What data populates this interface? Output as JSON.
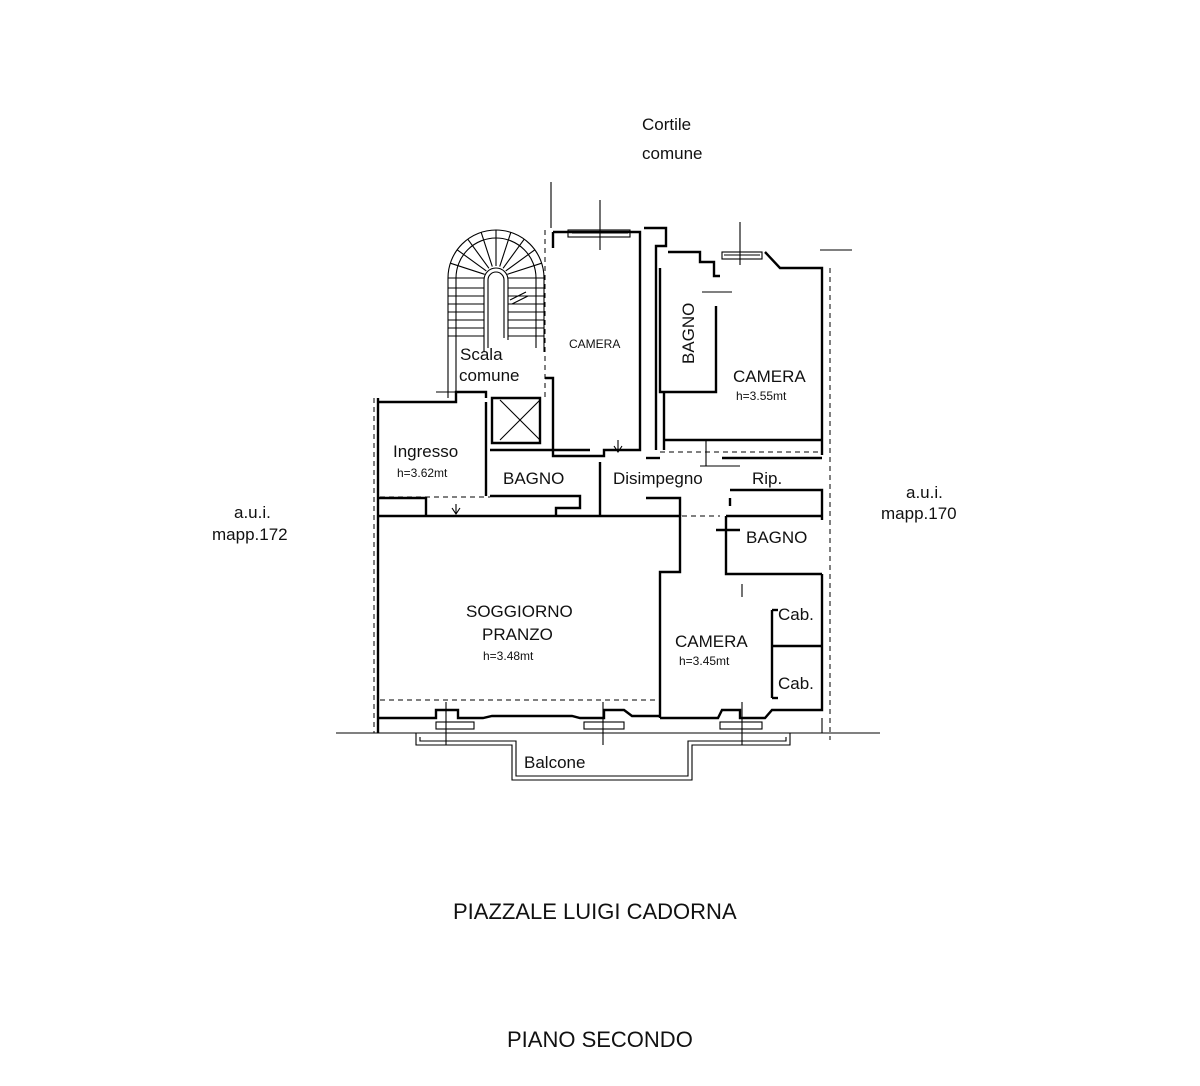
{
  "labels": {
    "courtyard_line1": "Cortile",
    "courtyard_line2": "comune",
    "stair_line1": "Scala",
    "stair_line2": "comune",
    "left_neighbor_line1": "a.u.i.",
    "left_neighbor_line2": "mapp.172",
    "right_neighbor_line1": "a.u.i.",
    "right_neighbor_line2": "mapp.170",
    "balcony": "Balcone",
    "street": "PIAZZALE LUIGI CADORNA",
    "floor": "PIANO SECONDO"
  },
  "rooms": {
    "camera_top": "CAMERA",
    "bagno_top": "BAGNO",
    "camera_right": "CAMERA",
    "camera_right_height": "h=3.55mt",
    "ingresso": "Ingresso",
    "ingresso_height": "h=3.62mt",
    "bagno_mid": "BAGNO",
    "disimpegno": "Disimpegno",
    "ripostiglio": "Rip.",
    "bagno_right": "BAGNO",
    "soggiorno_line1": "SOGGIORNO",
    "soggiorno_line2": "PRANZO",
    "soggiorno_height": "h=3.48mt",
    "camera_bottom": "CAMERA",
    "camera_bottom_height": "h=3.45mt",
    "cabina_1": "Cab.",
    "cabina_2": "Cab."
  }
}
